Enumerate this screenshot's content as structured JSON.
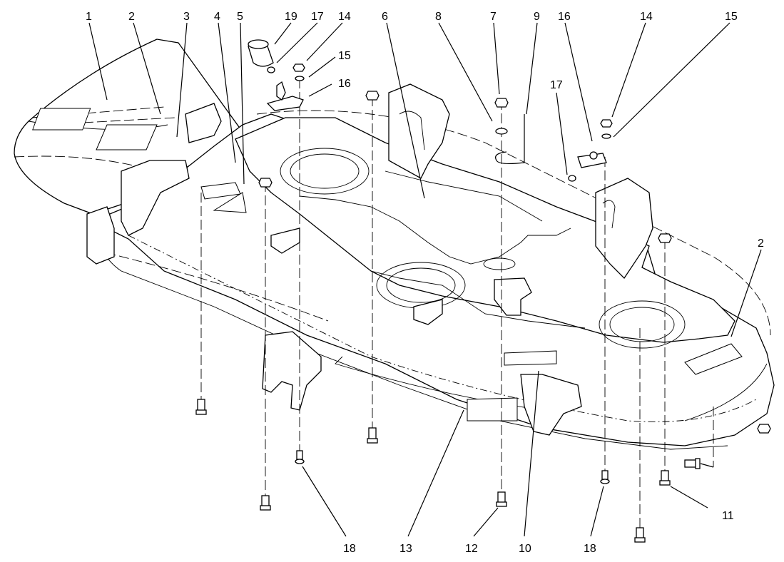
{
  "diagram": {
    "labels": [
      {
        "id": "c1",
        "text": "1"
      },
      {
        "id": "c2a",
        "text": "2"
      },
      {
        "id": "c3",
        "text": "3"
      },
      {
        "id": "c4",
        "text": "4"
      },
      {
        "id": "c5",
        "text": "5"
      },
      {
        "id": "c19",
        "text": "19"
      },
      {
        "id": "c17a",
        "text": "17"
      },
      {
        "id": "c14a",
        "text": "14"
      },
      {
        "id": "c15a",
        "text": "15"
      },
      {
        "id": "c16a",
        "text": "16"
      },
      {
        "id": "c6",
        "text": "6"
      },
      {
        "id": "c8",
        "text": "8"
      },
      {
        "id": "c7",
        "text": "7"
      },
      {
        "id": "c9",
        "text": "9"
      },
      {
        "id": "c16b",
        "text": "16"
      },
      {
        "id": "c14b",
        "text": "14"
      },
      {
        "id": "c15b",
        "text": "15"
      },
      {
        "id": "c17b",
        "text": "17"
      },
      {
        "id": "c2b",
        "text": "2"
      },
      {
        "id": "c11",
        "text": "11"
      },
      {
        "id": "c18a",
        "text": "18"
      },
      {
        "id": "c13",
        "text": "13"
      },
      {
        "id": "c12",
        "text": "12"
      },
      {
        "id": "c10",
        "text": "10"
      },
      {
        "id": "c18b",
        "text": "18"
      }
    ]
  }
}
